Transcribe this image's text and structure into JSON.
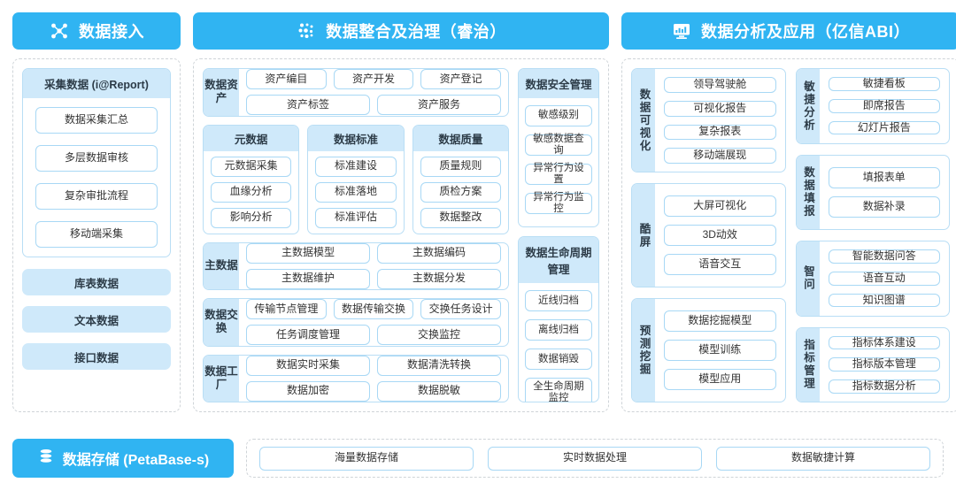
{
  "columns": {
    "access": {
      "band": {
        "title": "数据接入",
        "icon": "nodes-network-icon"
      },
      "card": {
        "header": "采集数据 (i@Report)",
        "items": [
          "数据采集汇总",
          "多层数据审核",
          "复杂审批流程",
          "移动端采集"
        ]
      },
      "sources": [
        "库表数据",
        "文本数据",
        "接口数据"
      ]
    },
    "govern": {
      "band": {
        "title": "数据整合及治理（睿治）",
        "icon": "data-dots-icon"
      },
      "asset": {
        "label": "数据资产",
        "row1": [
          "资产编目",
          "资产开发",
          "资产登记"
        ],
        "row2": [
          "资产标签",
          "资产服务"
        ]
      },
      "trio": [
        {
          "header": "元数据",
          "items": [
            "元数据采集",
            "血缘分析",
            "影响分析"
          ]
        },
        {
          "header": "数据标准",
          "items": [
            "标准建设",
            "标准落地",
            "标准评估"
          ]
        },
        {
          "header": "数据质量",
          "items": [
            "质量规则",
            "质检方案",
            "数据整改"
          ]
        }
      ],
      "master": {
        "label": "主数据",
        "row1": [
          "主数据模型",
          "主数据编码"
        ],
        "row2": [
          "主数据维护",
          "主数据分发"
        ]
      },
      "exchange": {
        "label": "数据交换",
        "row1": [
          "传输节点管理",
          "数据传输交换",
          "交换任务设计"
        ],
        "row2": [
          "任务调度管理",
          "交换监控"
        ]
      },
      "factory": {
        "label": "数据工厂",
        "row1": [
          "数据实时采集",
          "数据清洗转换"
        ],
        "row2": [
          "数据加密",
          "数据脱敏"
        ]
      },
      "security": {
        "header": "数据安全管理",
        "items": [
          "敏感级别",
          "敏感数据查询",
          "异常行为设置",
          "异常行为监控"
        ]
      },
      "lifecycle": {
        "header": "数据生命周期管理",
        "items": [
          "近线归档",
          "离线归档",
          "数据销毁",
          "全生命周期监控"
        ]
      }
    },
    "analyze": {
      "band": {
        "title": "数据分析及应用（亿信ABI）",
        "icon": "monitor-chart-icon"
      },
      "left": [
        {
          "label": "数据可视化",
          "items": [
            "领导驾驶舱",
            "可视化报告",
            "复杂报表",
            "移动端展现"
          ]
        },
        {
          "label": "酷屏",
          "items": [
            "大屏可视化",
            "3D动效",
            "语音交互"
          ]
        },
        {
          "label": "预测挖掘",
          "items": [
            "数据挖掘模型",
            "模型训练",
            "模型应用"
          ]
        }
      ],
      "right": [
        {
          "label": "敏捷分析",
          "items": [
            "敏捷看板",
            "即席报告",
            "幻灯片报告"
          ]
        },
        {
          "label": "数据填报",
          "items": [
            "填报表单",
            "数据补录"
          ]
        },
        {
          "label": "智问",
          "items": [
            "智能数据问答",
            "语音互动",
            "知识图谱"
          ]
        },
        {
          "label": "指标管理",
          "items": [
            "指标体系建设",
            "指标版本管理",
            "指标数据分析"
          ]
        }
      ]
    }
  },
  "storage": {
    "band": {
      "title": "数据存储 (PetaBase-s)",
      "icon": "database-icon"
    },
    "items": [
      "海量数据存储",
      "实时数据处理",
      "数据敏捷计算"
    ]
  },
  "colors": {
    "brand": "#30b4f2",
    "panel_fill": "#cfe9fa",
    "pill_border": "#a8d8f5",
    "dashed_border": "#cfd4d8",
    "text": "#2d3c48"
  }
}
